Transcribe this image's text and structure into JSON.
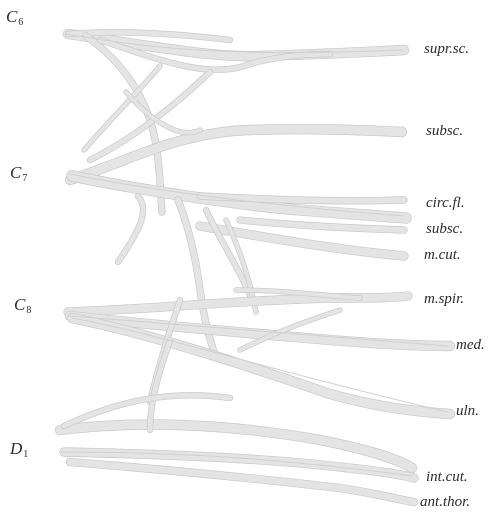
{
  "roots": {
    "c6": {
      "letter": "C",
      "num": "6"
    },
    "c7": {
      "letter": "C",
      "num": "7"
    },
    "c8": {
      "letter": "C",
      "num": "8"
    },
    "d1": {
      "letter": "D",
      "num": "1"
    }
  },
  "branches": {
    "suprsc": "supr.sc.",
    "subsc_upper": "subsc.",
    "circfl": "circ.fl.",
    "subsc_lower": "subsc.",
    "mcut": "m.cut.",
    "mspir": "m.spir.",
    "med": "med.",
    "uln": "uln.",
    "intcut": "int.cut.",
    "antthor": "ant.thor."
  },
  "colors": {
    "nerve_fill": "#e4e4e4",
    "nerve_edge": "#c9c9c9",
    "label": "#2c2c2c"
  }
}
